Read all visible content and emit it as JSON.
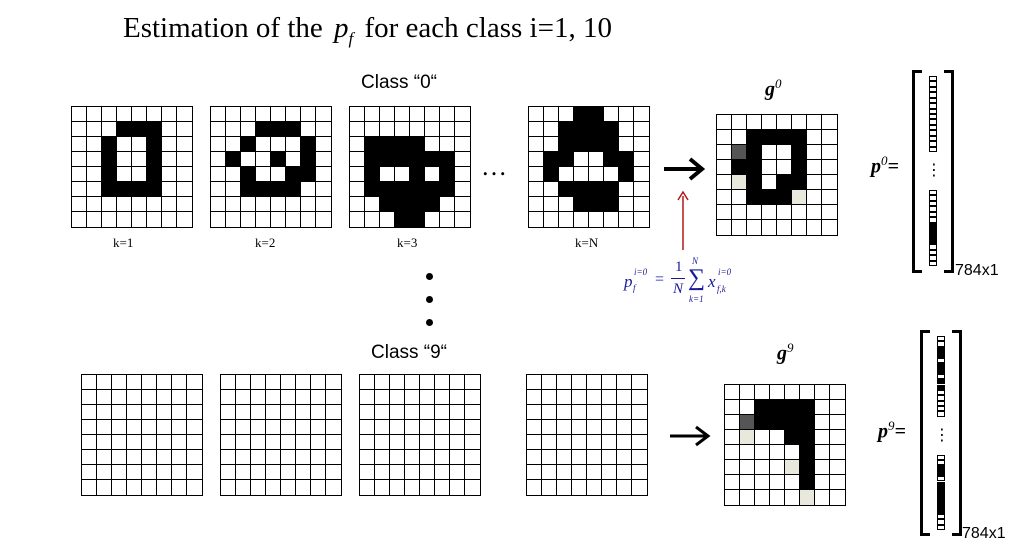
{
  "title": {
    "prefix": "Estimation of the",
    "var": "p",
    "var_sub": "f",
    "suffix": "for each class i=1, 10"
  },
  "class0": {
    "label": "Class “0“",
    "sample_labels": [
      "k=1",
      "k=2",
      "k=3",
      "k=N"
    ],
    "ellipsis": "…",
    "g_label": "g",
    "g_sup": "0",
    "p_label": "p",
    "p_sup": "0",
    "p_eq": "=",
    "dims": "784x1"
  },
  "class9": {
    "label": "Class “9“",
    "g_label": "g",
    "g_sup": "9",
    "p_label": "p",
    "p_sup": "9",
    "p_eq": "=",
    "dims": "784x1"
  },
  "formula": {
    "lhs": "p",
    "lhs_sup": "i=0",
    "lhs_sub": "f",
    "eq": "=",
    "frac_num": "1",
    "frac_den": "N",
    "sum_top": "N",
    "sum_bottom": "k=1",
    "term": "x",
    "term_sup": "i=0",
    "term_sub": "f,k"
  },
  "colors": {
    "pixel_on": "#000000",
    "pixel_gray": "#555555",
    "pixel_light": "#e8e8dc",
    "formula_text": "#1a1a99",
    "pointer_arrow": "#b01818"
  },
  "grids": {
    "sample_k1": [
      "00000000",
      "00011100",
      "00100100",
      "00100100",
      "00100100",
      "00111100",
      "00000000",
      "00000000"
    ],
    "sample_k2": [
      "00000000",
      "00011100",
      "00100010",
      "01001010",
      "00100110",
      "00111100",
      "00000000",
      "00000000"
    ],
    "sample_k3": [
      "00000000",
      "00000000",
      "01111000",
      "01111110",
      "01001010",
      "01111110",
      "00111100",
      "00011000"
    ],
    "sample_kN": [
      "00011000",
      "00111100",
      "00111100",
      "01100110",
      "01000010",
      "00111100",
      "00011100",
      "00000000"
    ],
    "g0": [
      "00000000",
      "00111100",
      "02100100",
      "01100100",
      "03101100",
      "00111300",
      "00000000",
      "00000000"
    ],
    "g9": [
      "00000000",
      "00111100",
      "02111100",
      "03001100",
      "00000100",
      "00003100",
      "00000100",
      "00000300"
    ]
  },
  "p_vectors": {
    "p0": [
      "0",
      "0",
      "0",
      "0",
      "0",
      "0",
      "0",
      "0",
      "0",
      "0",
      "0",
      "0",
      "0",
      "0",
      "0",
      "0",
      "0",
      "0",
      "0",
      "0",
      "0",
      "0",
      "0",
      "0",
      "0",
      "0",
      "0",
      "1",
      "1",
      "1",
      "1",
      "0",
      "0",
      "0",
      "0"
    ],
    "p9": [
      "0",
      "0",
      "1",
      "1",
      "0",
      "1",
      "1",
      "0",
      "1",
      "1",
      "0",
      "0",
      "0",
      "0",
      "0",
      "0",
      "0",
      "0",
      "0",
      "0",
      "0",
      "0",
      "0",
      "0",
      "1",
      "1",
      "0",
      "1",
      "1",
      "1",
      "1",
      "1",
      "1",
      "0",
      "0",
      "0"
    ]
  }
}
